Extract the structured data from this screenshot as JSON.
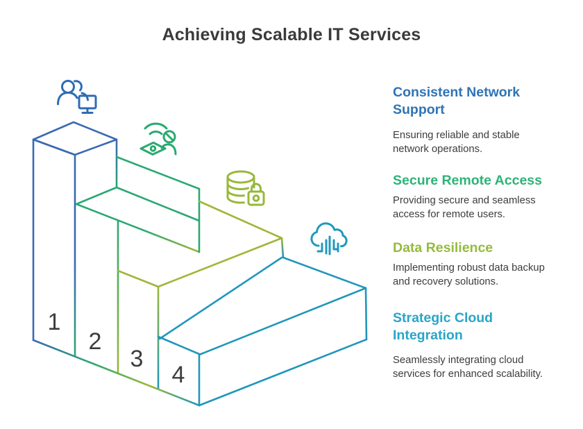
{
  "title": "Achieving Scalable IT Services",
  "steps": [
    {
      "number": "1",
      "color": "#2e74b6",
      "icon": "team-support-icon",
      "heading": "Consistent Network Support",
      "description": "Ensuring reliable and stable network operations."
    },
    {
      "number": "2",
      "color": "#2eb377",
      "icon": "remote-access-icon",
      "heading": "Secure Remote Access",
      "description": "Providing secure and seamless access for remote users."
    },
    {
      "number": "3",
      "color": "#94bb3e",
      "icon": "secure-database-icon",
      "heading": "Data Resilience",
      "description": "Implementing robust data backup and recovery solutions."
    },
    {
      "number": "4",
      "color": "#29a5c8",
      "icon": "cloud-integration-icon",
      "heading": "Strategic Cloud Integration",
      "description": "Seamlessly integrating cloud services for enhanced scalability."
    }
  ],
  "staircase": {
    "colors": {
      "blue": "#3a6ab2",
      "green": "#2aa873",
      "olive": "#9db737",
      "teal": "#2096bb"
    }
  }
}
